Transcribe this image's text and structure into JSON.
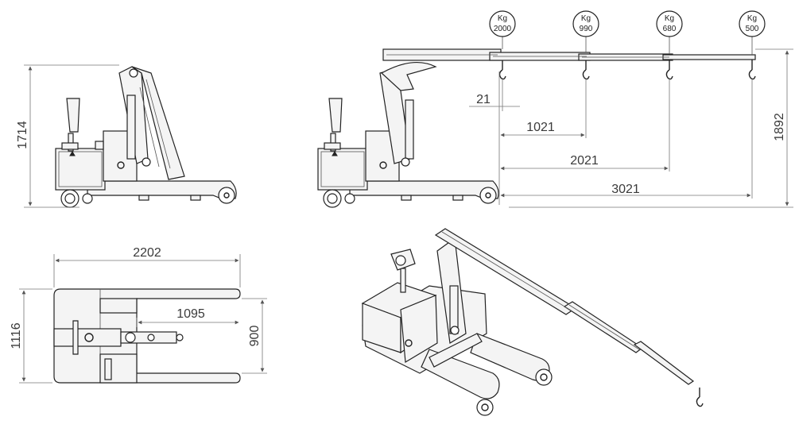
{
  "dimensions": {
    "side_height": "1714",
    "side_height_right": "1892",
    "reach_1": "21",
    "reach_2": "1021",
    "reach_3": "2021",
    "reach_4": "3021",
    "top_length": "2202",
    "top_inner_length": "1095",
    "top_width": "1116",
    "top_inner_width": "900"
  },
  "loads": [
    {
      "unit": "Kg",
      "value": "2000"
    },
    {
      "unit": "Kg",
      "value": "990"
    },
    {
      "unit": "Kg",
      "value": "680"
    },
    {
      "unit": "Kg",
      "value": "500"
    }
  ]
}
